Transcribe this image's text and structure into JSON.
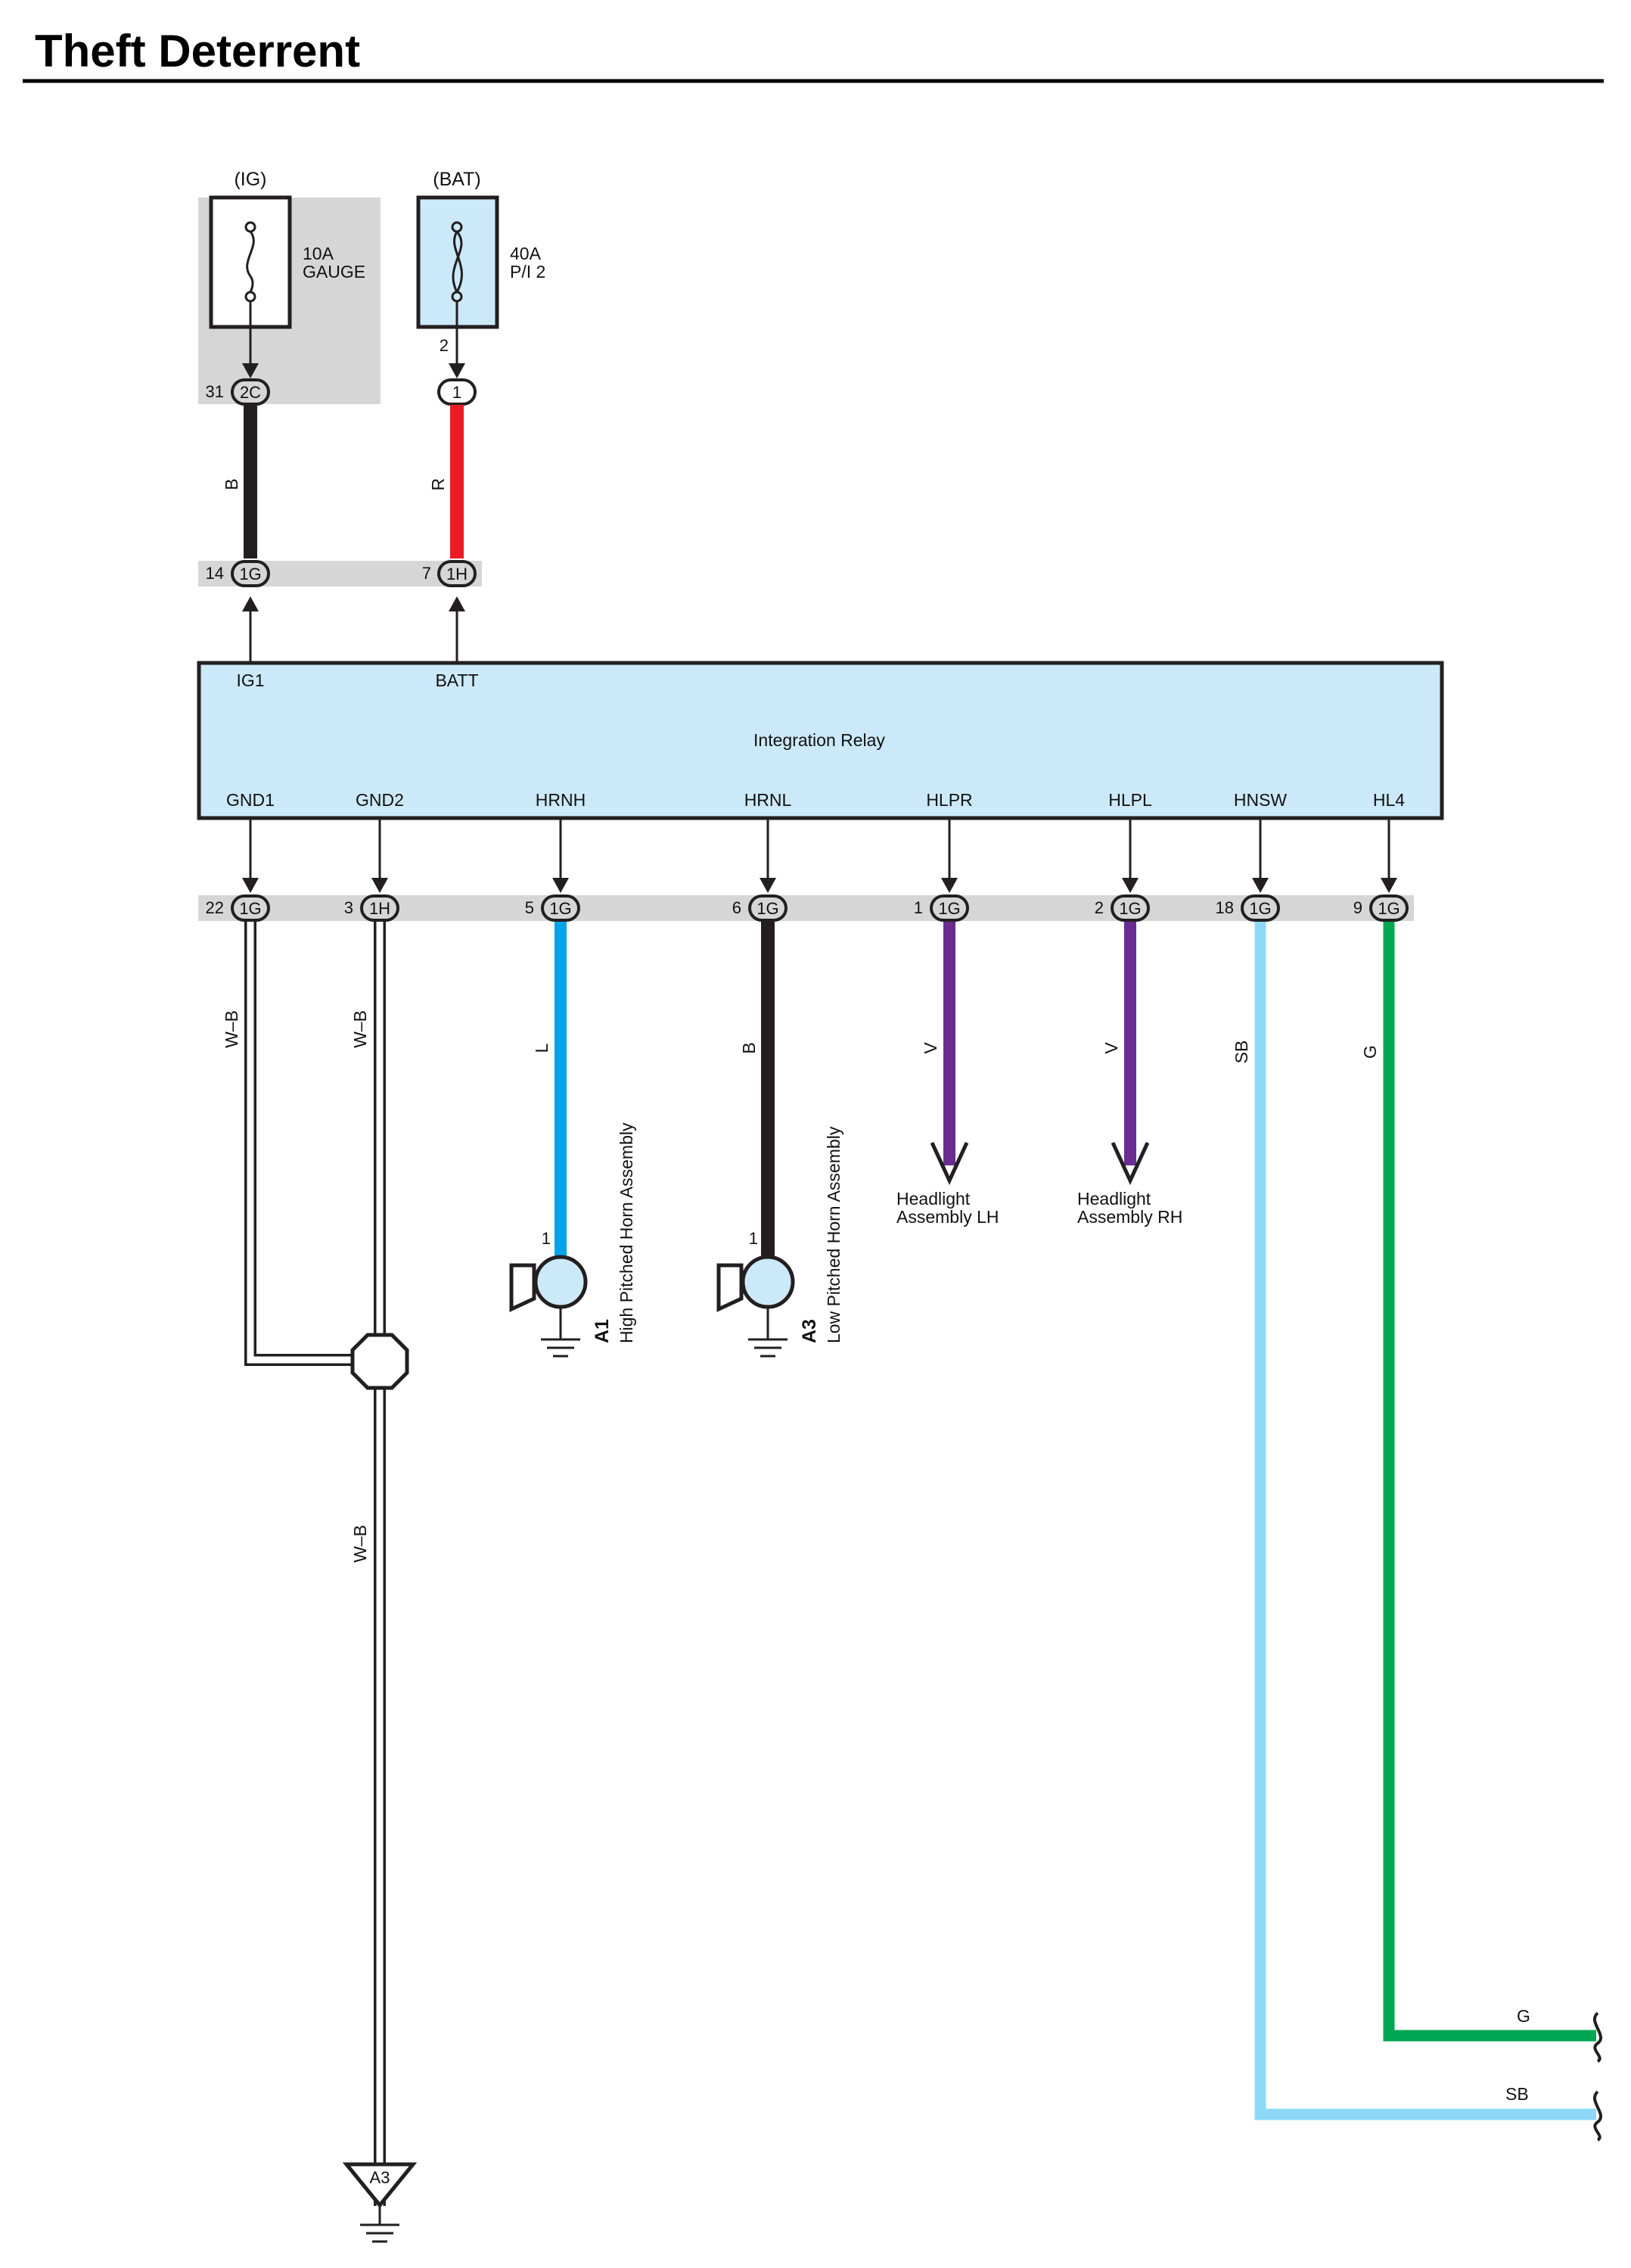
{
  "title": "Theft Deterrent",
  "fuses": [
    {
      "source": "(IG)",
      "rating": "10A",
      "name": "GAUGE",
      "pin": "",
      "connector_pin": "31",
      "connector": "2C"
    },
    {
      "source": "(BAT)",
      "rating": "40A",
      "name": "P/I 2",
      "pin": "2",
      "connector_pin": "",
      "connector": "1"
    }
  ],
  "upper_wires": [
    {
      "color_code": "B",
      "color": "#231f20"
    },
    {
      "color_code": "R",
      "color": "#ed1c24"
    }
  ],
  "upper_junction": [
    {
      "pin": "14",
      "connector": "1G"
    },
    {
      "pin": "7",
      "connector": "1H"
    }
  ],
  "relay": {
    "name": "Integration Relay",
    "top_terminals": [
      "IG1",
      "BATT"
    ],
    "bottom_terminals": [
      "GND1",
      "GND2",
      "HRNH",
      "HRNL",
      "HLPR",
      "HLPL",
      "HNSW",
      "HL4"
    ]
  },
  "lower_junction": [
    {
      "pin": "22",
      "connector": "1G"
    },
    {
      "pin": "3",
      "connector": "1H"
    },
    {
      "pin": "5",
      "connector": "1G"
    },
    {
      "pin": "6",
      "connector": "1G"
    },
    {
      "pin": "1",
      "connector": "1G"
    },
    {
      "pin": "2",
      "connector": "1G"
    },
    {
      "pin": "18",
      "connector": "1G"
    },
    {
      "pin": "9",
      "connector": "1G"
    }
  ],
  "lower_wires": [
    {
      "color_code": "W–B",
      "color": "#ffffff"
    },
    {
      "color_code": "W–B",
      "color": "#ffffff"
    },
    {
      "color_code": "L",
      "color": "#00a3e8"
    },
    {
      "color_code": "B",
      "color": "#231f20"
    },
    {
      "color_code": "V",
      "color": "#6a2c91"
    },
    {
      "color_code": "V",
      "color": "#6a2c91"
    },
    {
      "color_code": "SB",
      "color": "#8ed8f8"
    },
    {
      "color_code": "G",
      "color": "#00a651"
    }
  ],
  "ground_wire_label": "W–B",
  "horns": [
    {
      "pin": "1",
      "code": "A1",
      "name": "High Pitched Horn Assembly"
    },
    {
      "pin": "1",
      "code": "A3",
      "name": "Low Pitched Horn Assembly"
    }
  ],
  "headlights": [
    {
      "line1": "Headlight",
      "line2": "Assembly LH"
    },
    {
      "line1": "Headlight",
      "line2": "Assembly RH"
    }
  ],
  "ground_point": "A3",
  "continuations": [
    {
      "color_code": "G"
    },
    {
      "color_code": "SB"
    }
  ],
  "colors": {
    "component_fill": "#cce9f9",
    "shade_gray": "#d6d6d6"
  }
}
